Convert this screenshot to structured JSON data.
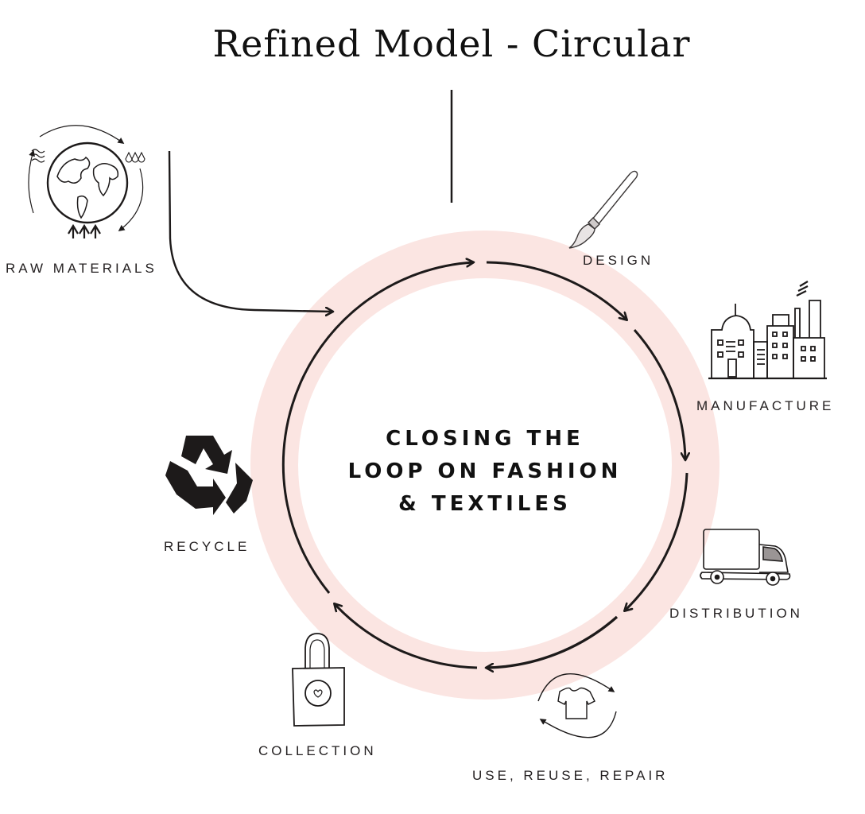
{
  "title": "Refined Model - Circular",
  "center": {
    "lines": [
      "CLOSING THE",
      "LOOP ON FASHION",
      "& TEXTILES"
    ]
  },
  "colors": {
    "ring": "#fbe5e2",
    "ink": "#1d1a1a"
  },
  "stages": [
    {
      "id": "raw-materials",
      "label": "RAW MATERIALS",
      "icon": "earth-cycle-icon"
    },
    {
      "id": "design",
      "label": "DESIGN",
      "icon": "paintbrush-icon"
    },
    {
      "id": "manufacture",
      "label": "MANUFACTURE",
      "icon": "factory-icon"
    },
    {
      "id": "distribution",
      "label": "DISTRIBUTION",
      "icon": "delivery-truck-icon"
    },
    {
      "id": "use-reuse-repair",
      "label": "USE, REUSE, REPAIR",
      "icon": "tshirt-cycle-icon"
    },
    {
      "id": "collection",
      "label": "COLLECTION",
      "icon": "tote-bag-icon"
    },
    {
      "id": "recycle",
      "label": "RECYCLE",
      "icon": "recycle-icon"
    }
  ]
}
